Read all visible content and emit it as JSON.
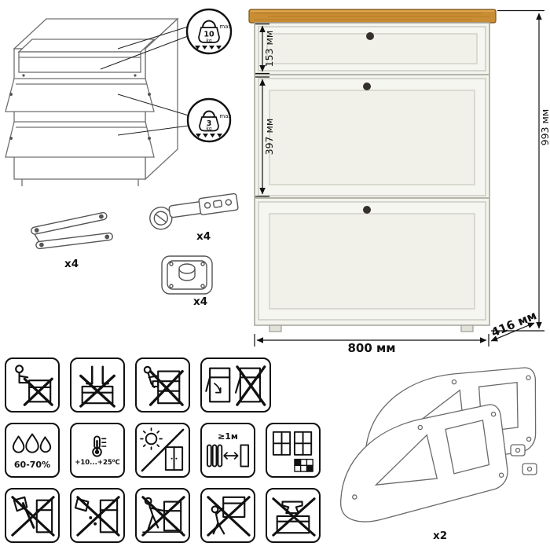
{
  "illustration": {
    "drawer_callout": {
      "value": "10",
      "unit": "kg",
      "max_label": "max"
    },
    "door_callout": {
      "value": "3",
      "unit": "kg",
      "max_label": "max"
    },
    "hinge_count": "x4",
    "stay_count": "x4",
    "foot_count": "x4"
  },
  "cabinet": {
    "drawer_height": "153 мм",
    "door_height": "397 мм",
    "total_height": "993 мм",
    "width": "800 мм",
    "depth": "416 мм",
    "colors": {
      "wood": "#c98d33",
      "body": "#f4f4ee",
      "knob": "#35302b"
    }
  },
  "pictograms": {
    "humidity_label": "60-70%",
    "temperature_label": "+10...+25⁰C",
    "distance_label": "≥1м"
  },
  "frames": {
    "count": "x2"
  }
}
